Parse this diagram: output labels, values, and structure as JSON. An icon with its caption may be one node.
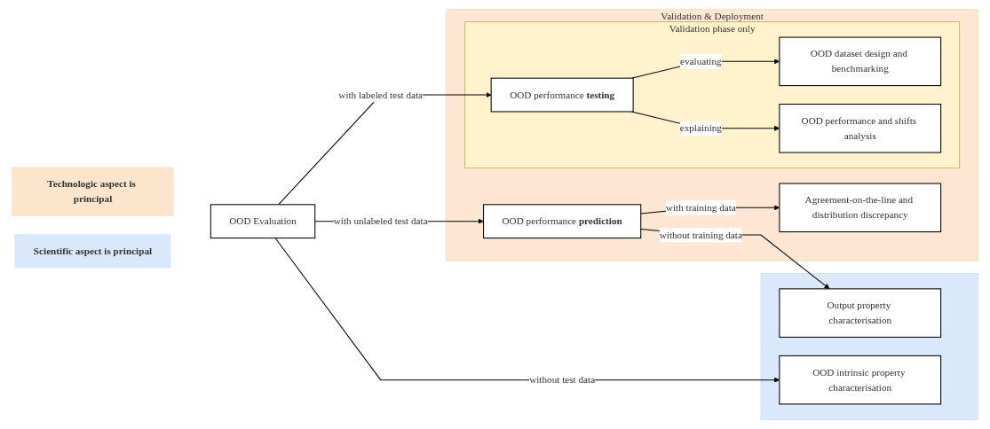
{
  "diagram": {
    "nodes": [
      {
        "text": [
          "OOD Evaluation"
        ]
      },
      {
        "text": [
          "Technologic aspect is principal"
        ]
      },
      {
        "text": [
          "Validation & Deployment"
        ]
      },
      {
        "text": [
          "Validation phase only"
        ],
        "in": 2
      },
      {
        "text": [
          "OOD performance **testing**"
        ],
        "in": 3
      },
      {
        "text": [
          "OOD dataset design and benchmarking"
        ],
        "in": 3
      },
      {
        "text": [
          "OOD performance and shifts analysis"
        ],
        "in": 3
      },
      {
        "text": [
          "OOD performance **prediction**"
        ],
        "in": 2
      },
      {
        "text": [
          "Agreement-on-the-line and distribution discrepancy"
        ],
        "in": 2
      },
      {
        "text": [
          "Scientific aspect is principal"
        ]
      },
      {
        "text": [],
        "shape": "box"
      },
      {
        "text": [
          "OOD intrinsic property characterisation"
        ],
        "in": 10
      },
      {
        "text": [
          "Output property characterisation"
        ],
        "in": 10
      }
    ],
    "edges": [
      {
        "from": 0,
        "to": 4,
        "arrow": "to",
        "label": "with labeled test data"
      },
      {
        "from": 0,
        "to": 7,
        "arrow": "to",
        "label": "with unlabeled test data"
      },
      {
        "from": 0,
        "to": 11,
        "arrow": "to",
        "label": "without test data"
      },
      {
        "from": 4,
        "to": 5,
        "arrow": "to",
        "label": "evaluating"
      },
      {
        "from": 4,
        "to": 6,
        "arrow": "to",
        "label": "explaining"
      },
      {
        "from": 7,
        "to": 8,
        "arrow": "to",
        "label": "with training data"
      },
      {
        "from": 7,
        "to": 12,
        "arrow": "to",
        "label": "without training data"
      }
    ]
  }
}
